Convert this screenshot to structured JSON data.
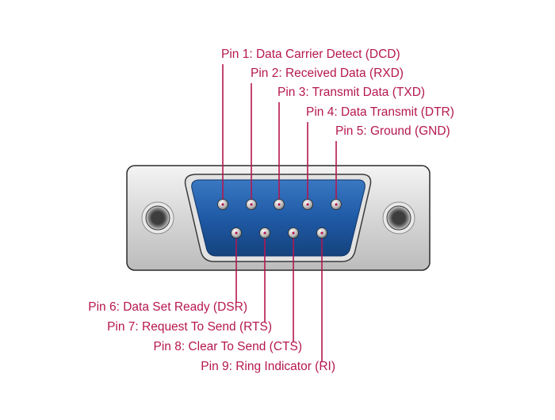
{
  "colors": {
    "label": "#b5174f",
    "leader": "#b5174f",
    "connector_body": "#d4d4d4",
    "connector_face": "#1f5aa6"
  },
  "pins": [
    {
      "number": 1,
      "label": "Pin 1: Data Carrier Detect (DCD)"
    },
    {
      "number": 2,
      "label": "Pin 2: Received Data (RXD)"
    },
    {
      "number": 3,
      "label": "Pin 3: Transmit Data (TXD)"
    },
    {
      "number": 4,
      "label": "Pin 4: Data Transmit (DTR)"
    },
    {
      "number": 5,
      "label": "Pin 5: Ground (GND)"
    },
    {
      "number": 6,
      "label": "Pin 6: Data Set Ready (DSR)"
    },
    {
      "number": 7,
      "label": "Pin 7: Request To Send (RTS)"
    },
    {
      "number": 8,
      "label": "Pin 8: Clear To Send (CTS)"
    },
    {
      "number": 9,
      "label": "Pin 9: Ring Indicator (RI)"
    }
  ]
}
